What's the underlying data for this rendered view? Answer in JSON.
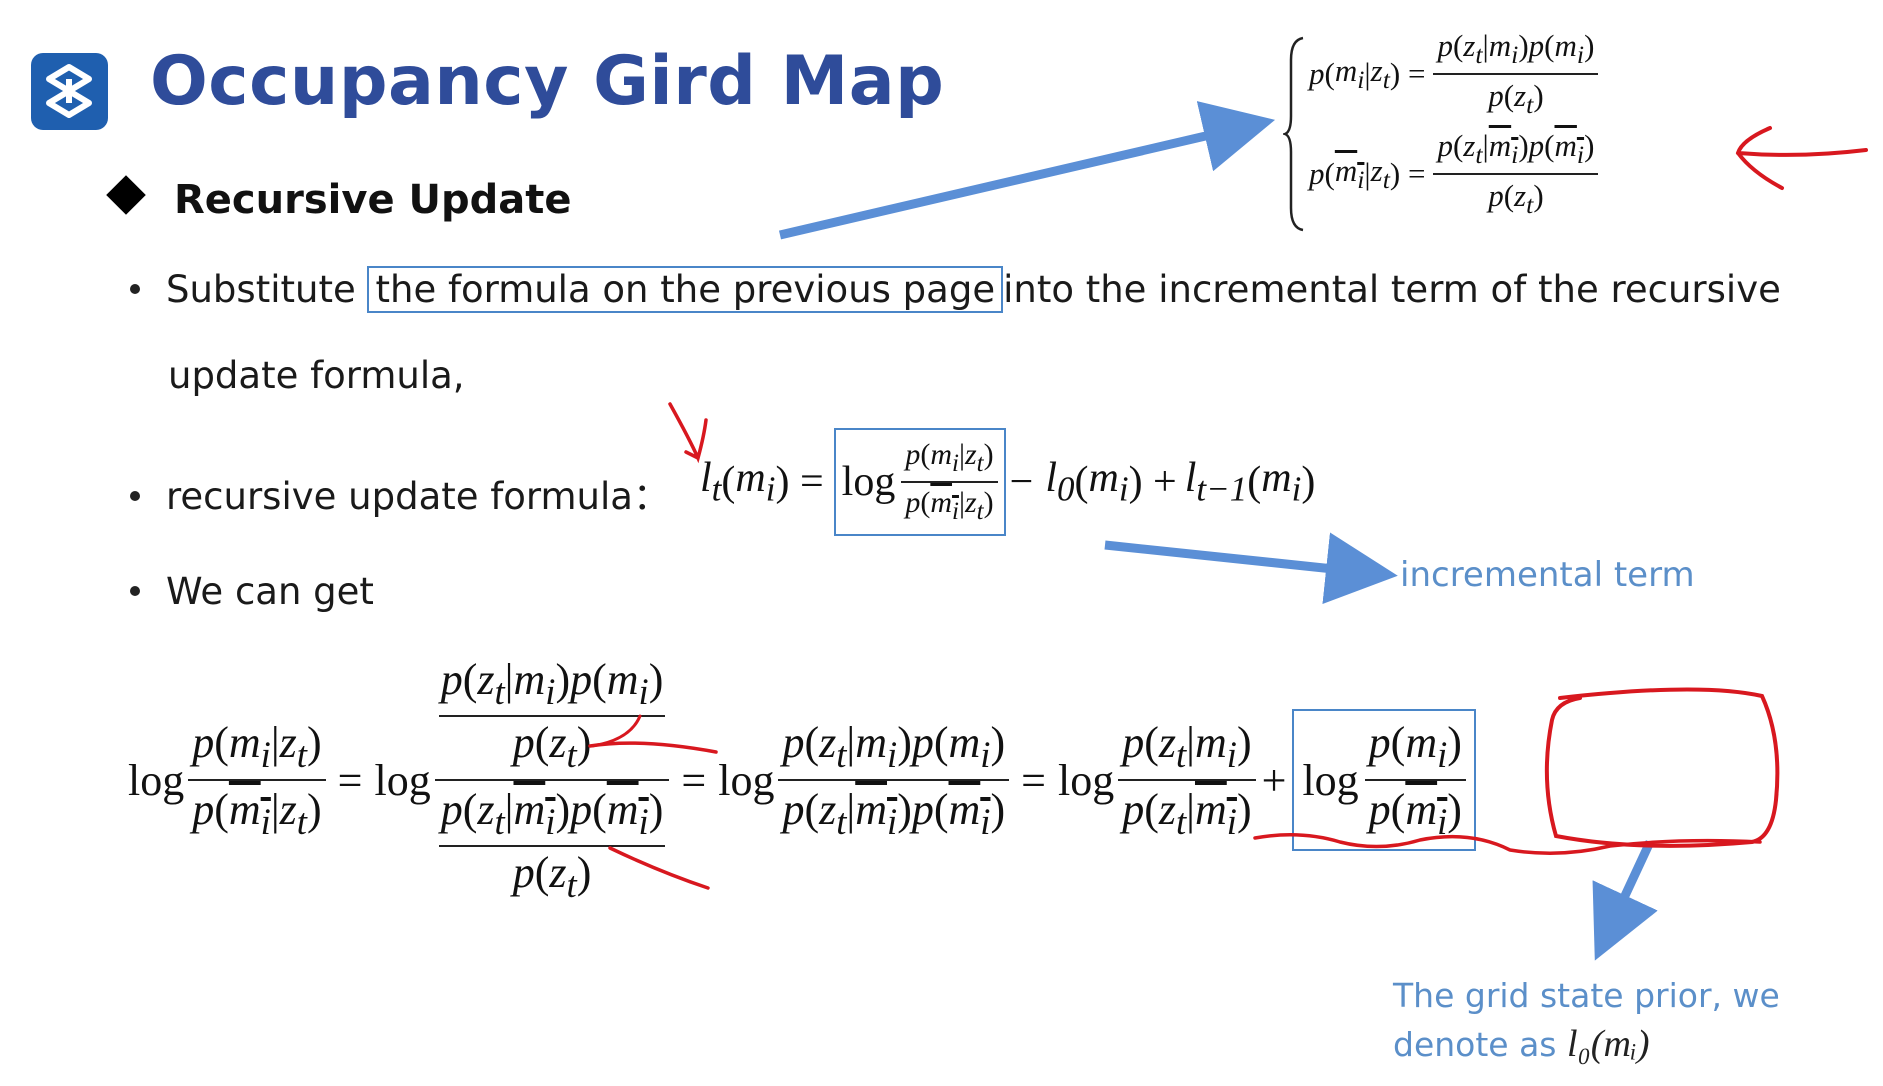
{
  "slide": {
    "title": "Occupancy Gird Map",
    "section": "Recursive Update",
    "bullet1_pre": "Substitute",
    "bullet1_highlight": "the formula on the previous page",
    "bullet1_post": "into the incremental term of the recursive",
    "bullet1_line2": "update formula,",
    "bullet2_label": "recursive update formula：",
    "bullet3": "We can get",
    "note_incremental": "incremental term",
    "note_prior_line1": "The grid state prior, we",
    "note_prior_line2": "denote as",
    "note_prior_symbol": "l₀(mᵢ)"
  },
  "colors": {
    "title": "#2f4c9a",
    "logo": "#1f5faf",
    "highlight_box": "#4a86c8",
    "arrow": "#5b8fd6",
    "note": "#5b8fc9",
    "pen_annotation": "#d8181f"
  },
  "icons": [
    "logo-icon",
    "diamond-bullet-icon",
    "bullet-dot-icon",
    "arrow-icon",
    "handwritten-arrow-icon"
  ]
}
